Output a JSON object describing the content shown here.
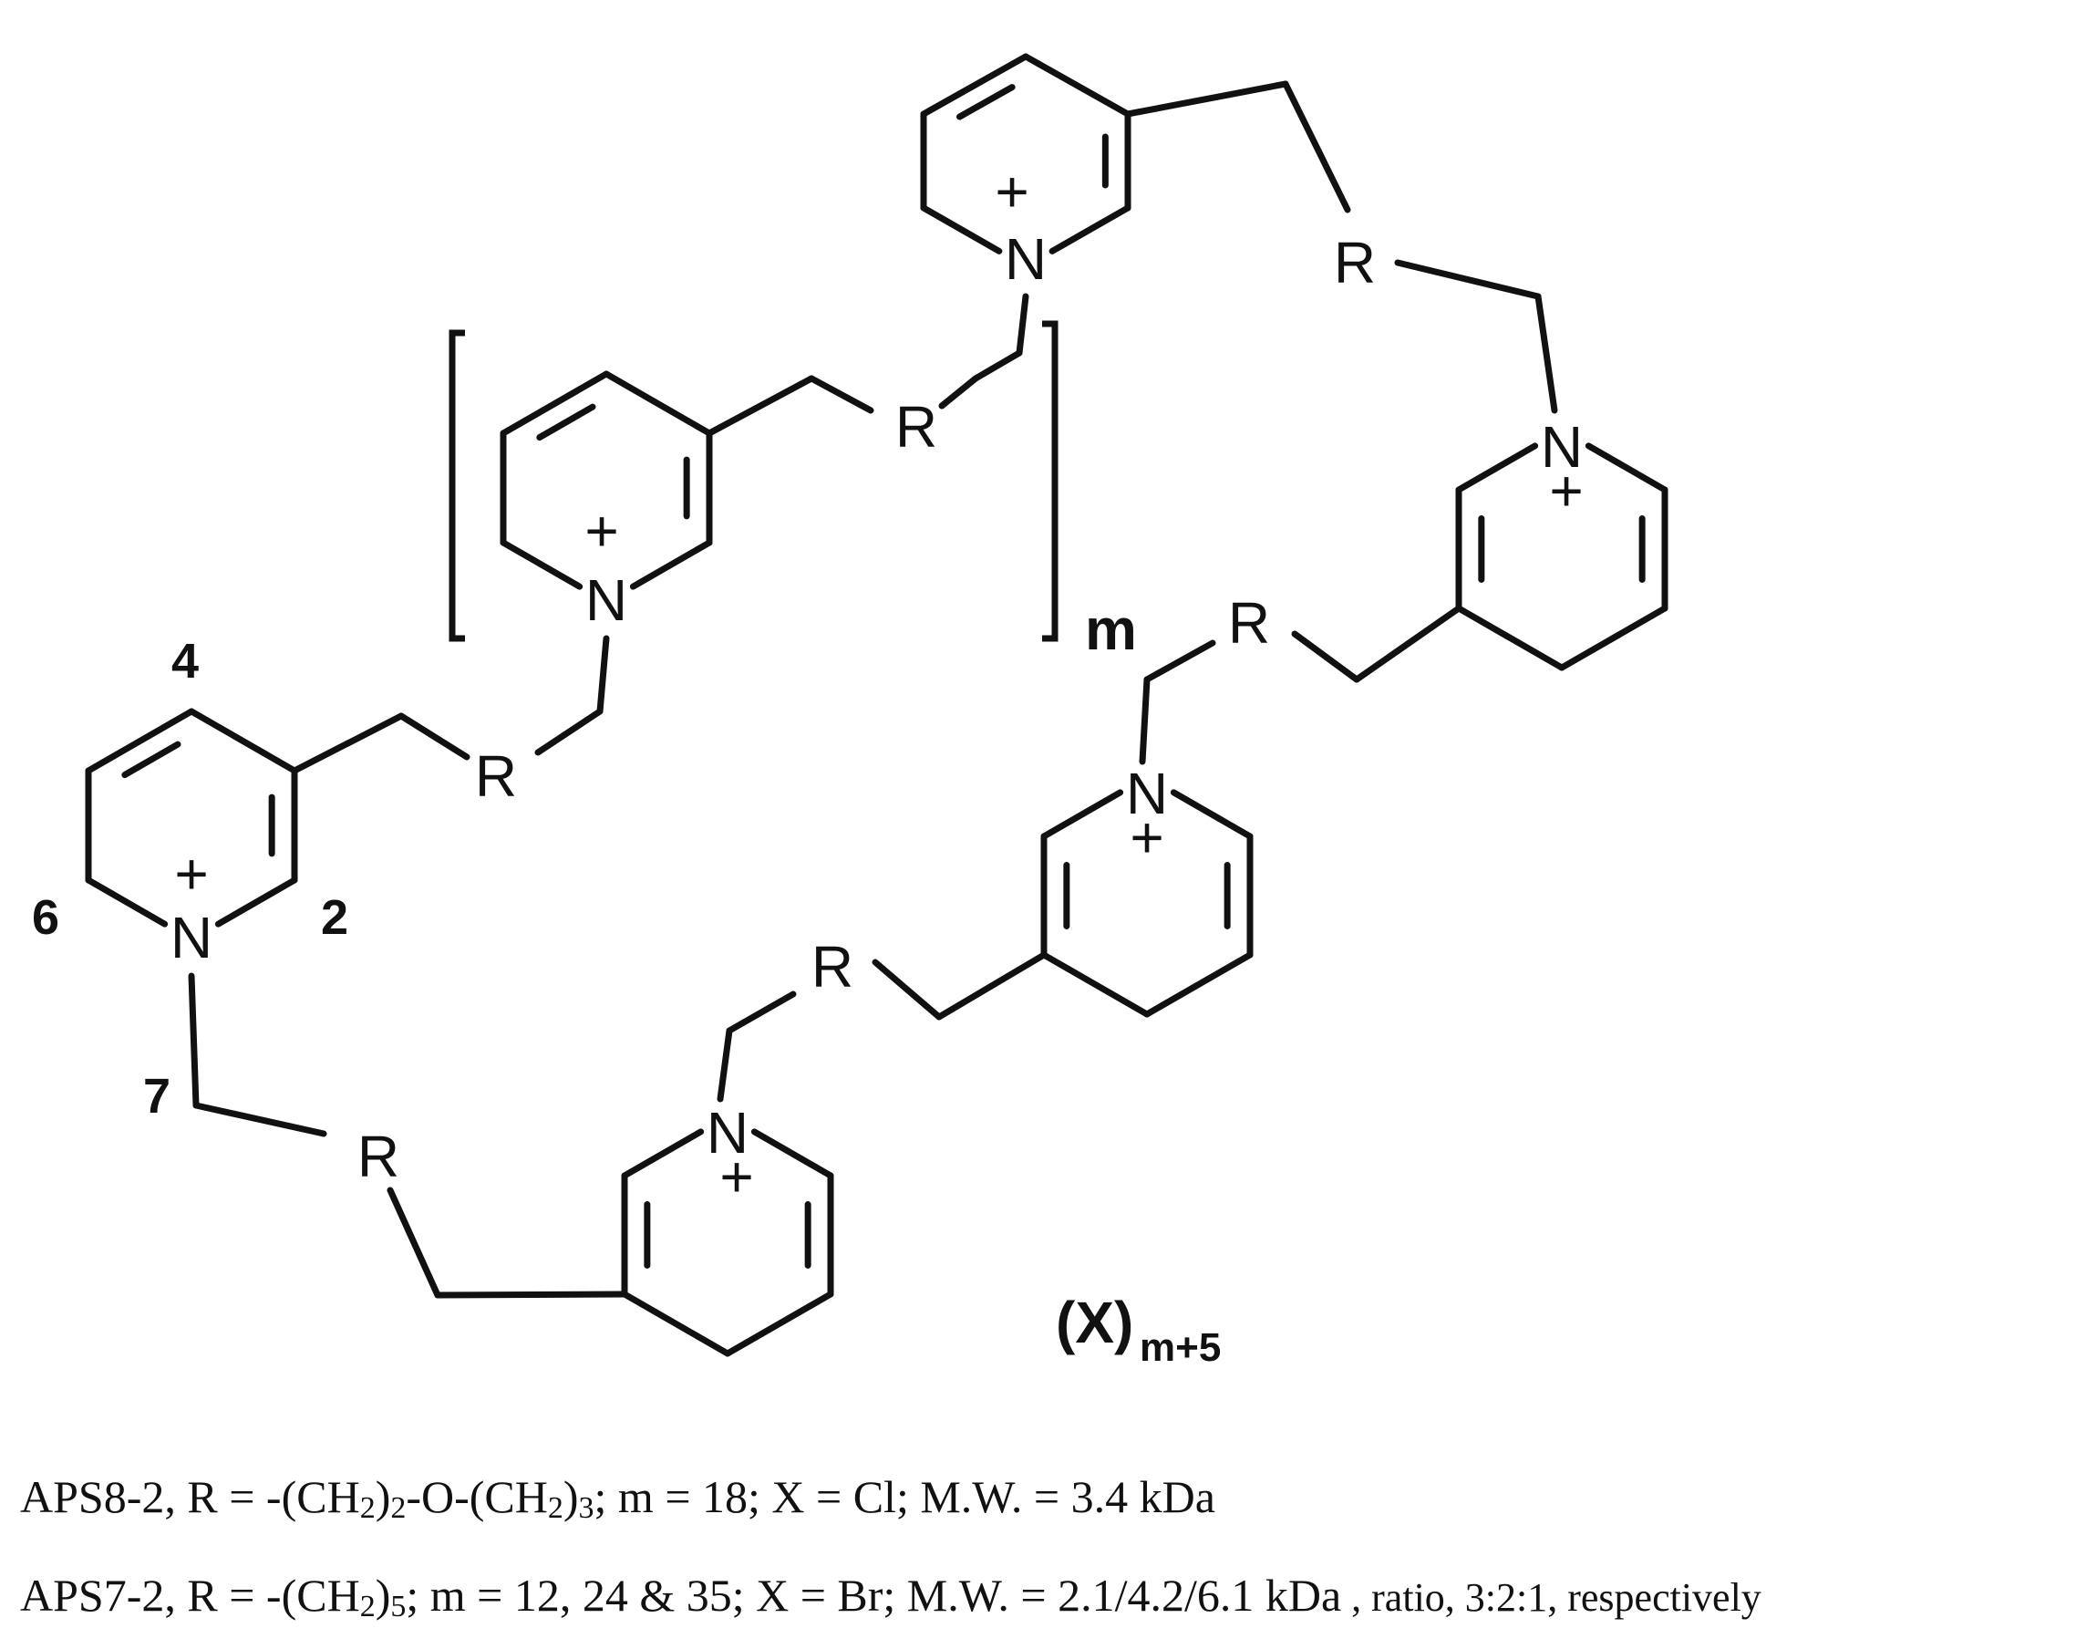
{
  "atoms": {
    "nitrogen": "N",
    "charge": "+",
    "substituent": "R"
  },
  "repeat": {
    "index": "m"
  },
  "positions": {
    "p2": "2",
    "p4": "4",
    "p6": "6",
    "p7": "7"
  },
  "counterion": {
    "symbol": "(X)",
    "subscript": "m+5"
  },
  "captions": {
    "line1": {
      "prefix": "APS8-2, R = -(CH",
      "sub1": "2",
      "mid1": ")",
      "sub2": "2",
      "mid2": "-O-(CH",
      "sub3": "2",
      "mid3": ")",
      "sub4": "3",
      "suffix": "; m = 18; X = Cl; M.W. = 3.4 kDa"
    },
    "line2": {
      "prefix": "APS7-2, R = -(CH",
      "sub1": "2",
      "mid1": ")",
      "sub2": "5",
      "suffix": "; m = 12, 24 & 35; X = Br; M.W. = 2.1/4.2/6.1 kDa",
      "tail": " , ratio, 3:2:1, respectively"
    }
  }
}
